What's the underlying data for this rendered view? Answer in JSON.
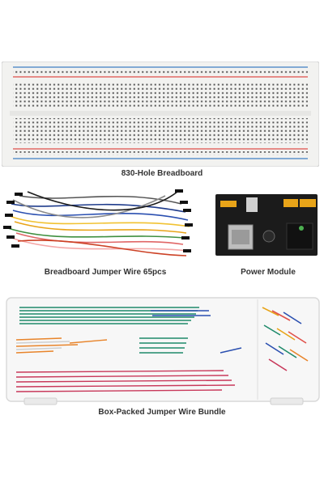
{
  "captions": {
    "breadboard": "830-Hole Breadboard",
    "jumper_wire": "Breadboard Jumper Wire 65pcs",
    "power_module": "Power Module",
    "box_wire": "Box-Packed Jumper Wire Bundle"
  },
  "colors": {
    "rail_red": "#e0504a",
    "rail_blue": "#3f7fc4",
    "board_body": "#f2f2f0",
    "pcb_black": "#1b1b1b",
    "box_outline": "#d8d8d8"
  }
}
